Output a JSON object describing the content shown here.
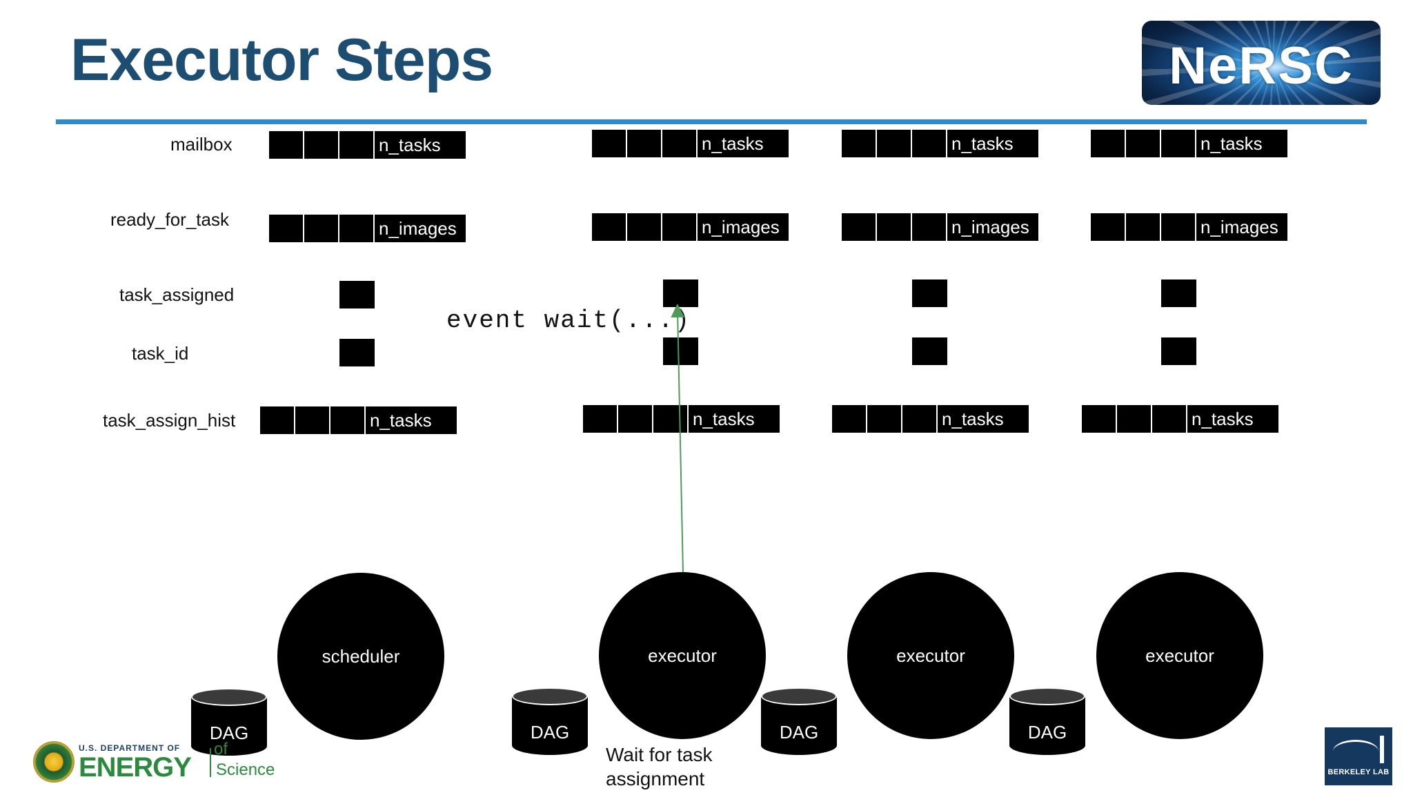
{
  "slide": {
    "title": "Executor Steps"
  },
  "logos": {
    "nersc": "NeRSC",
    "doe_small": "U.S. DEPARTMENT OF",
    "doe_big": "ENERGY",
    "doe_of": "of",
    "doe_science": "Science",
    "berkeley": "BERKELEY LAB"
  },
  "rows": {
    "mailbox": "mailbox",
    "ready_for_task": "ready_for_task",
    "task_assigned": "task_assigned",
    "task_id": "task_id",
    "task_assign_hist": "task_assign_hist"
  },
  "buffers": {
    "n_tasks": "n_tasks",
    "n_images": "n_images"
  },
  "annotation": {
    "event_wait": "event wait(...)",
    "wait_note_line1": "Wait for task",
    "wait_note_line2": "assignment"
  },
  "nodes": {
    "scheduler": "scheduler",
    "executor": "executor"
  },
  "dag_label": "DAG",
  "colors": {
    "title": "#1d4d70",
    "rule": "#2c8ad0",
    "arrow": "#4f9a5a",
    "block": "#000000"
  }
}
